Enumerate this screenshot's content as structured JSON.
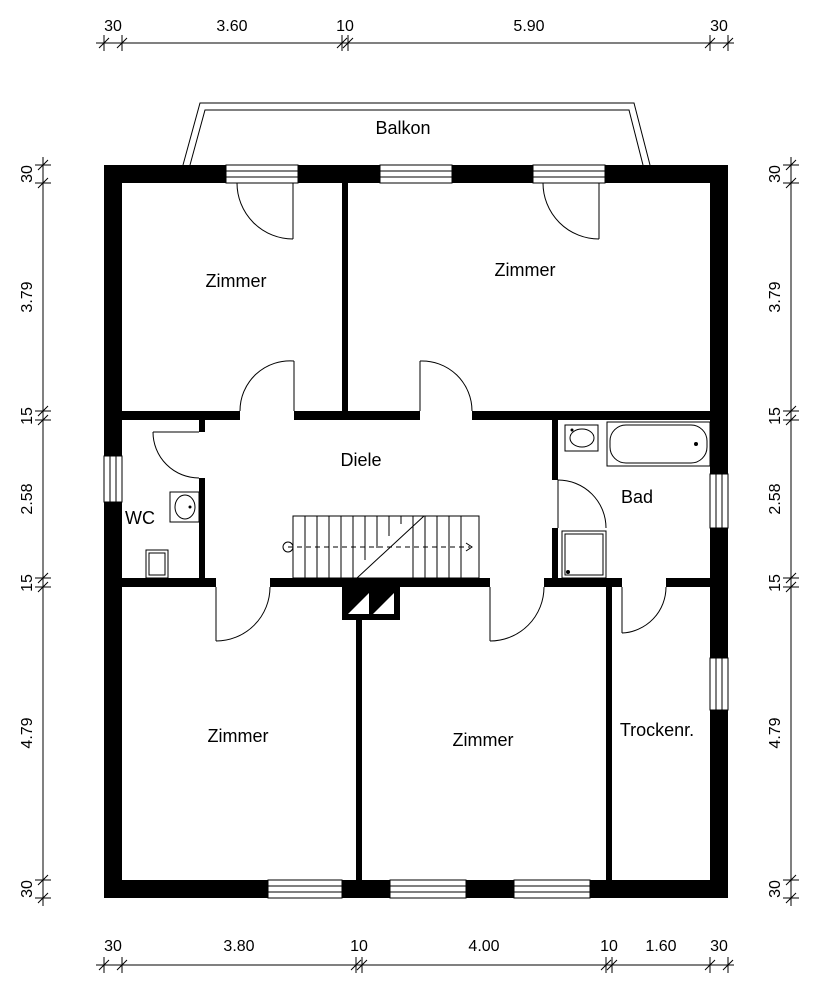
{
  "rooms": {
    "balcony": "Balkon",
    "top_left": "Zimmer",
    "top_right": "Zimmer",
    "hall": "Diele",
    "wc": "WC",
    "bath": "Bad",
    "bottom_left": "Zimmer",
    "bottom_middle": "Zimmer",
    "drying_room": "Trockenr."
  },
  "dimensions": {
    "top": [
      "30",
      "3.60",
      "10",
      "5.90",
      "30"
    ],
    "bottom": [
      "30",
      "3.80",
      "10",
      "4.00",
      "10",
      "1.60",
      "30"
    ],
    "left": [
      "30",
      "3.79",
      "15",
      "2.58",
      "15",
      "4.79",
      "30"
    ],
    "right": [
      "30",
      "3.79",
      "15",
      "2.58",
      "15",
      "4.79",
      "30"
    ]
  }
}
